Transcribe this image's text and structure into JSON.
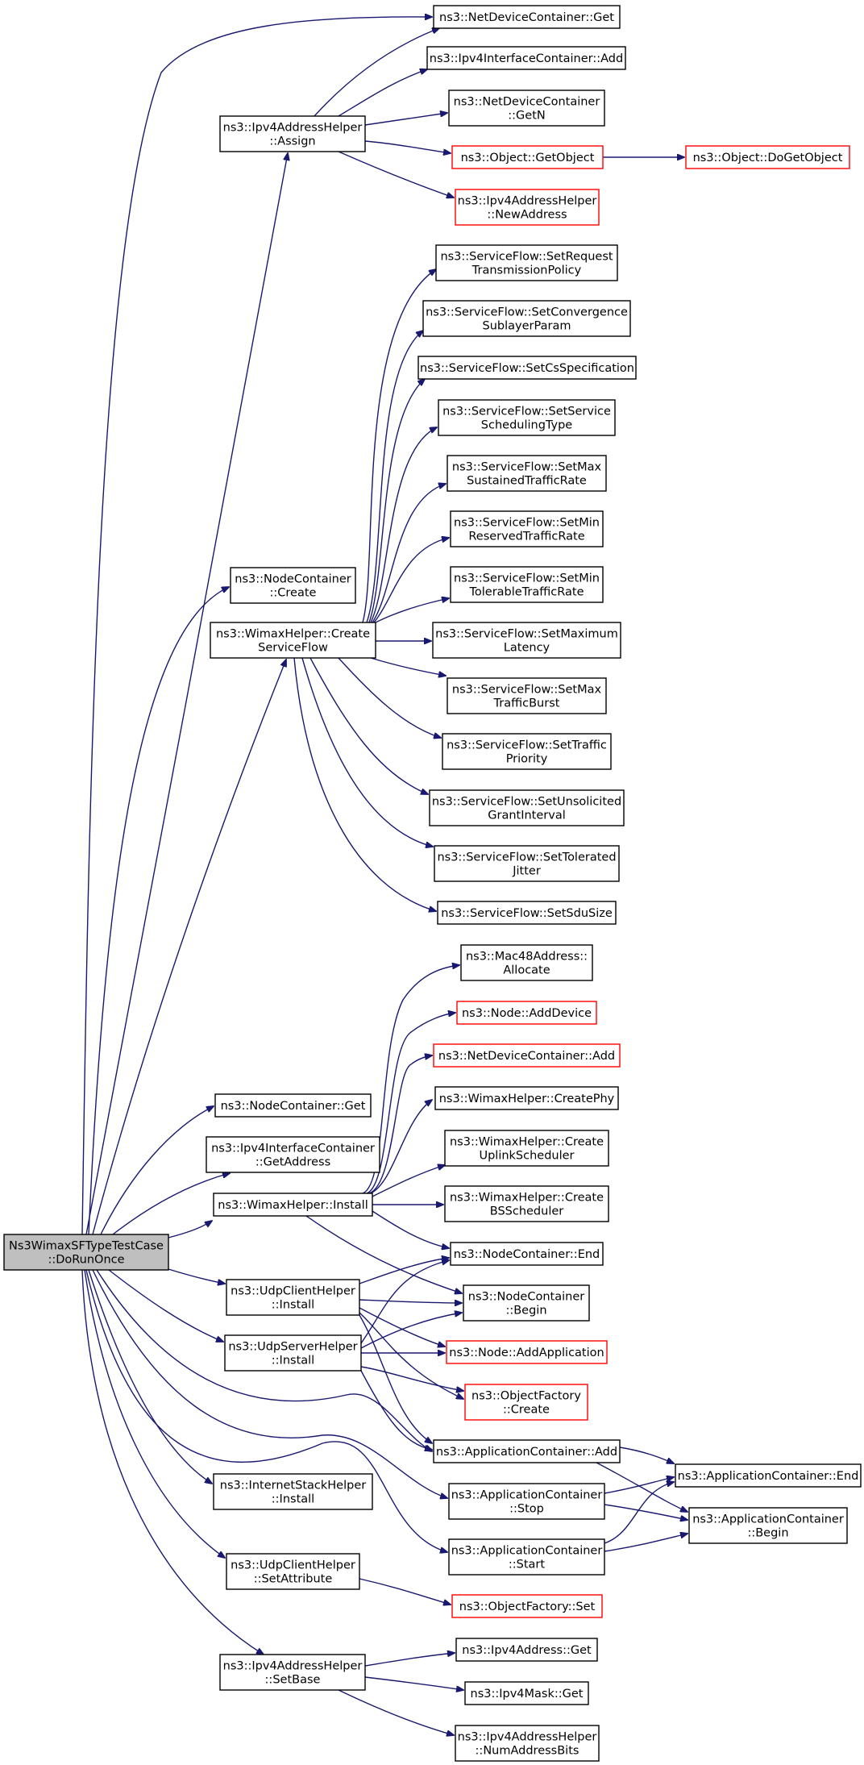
{
  "colors": {
    "edge": "#191970",
    "border": "#000000",
    "border_external": "#ff0000",
    "root_fill": "#bfbfbf"
  },
  "nodes": {
    "root": {
      "lines": [
        "Ns3WimaxSFTypeTestCase",
        "::DoRunOnce"
      ],
      "style": "root"
    },
    "ndc_get": {
      "lines": [
        "ns3::NetDeviceContainer::Get"
      ]
    },
    "ipv4ic_add": {
      "lines": [
        "ns3::Ipv4InterfaceContainer::Add"
      ]
    },
    "ipv4ah_assign": {
      "lines": [
        "ns3::Ipv4AddressHelper",
        "::Assign"
      ]
    },
    "ndc_getn": {
      "lines": [
        "ns3::NetDeviceContainer",
        "::GetN"
      ]
    },
    "obj_getobject": {
      "lines": [
        "ns3::Object::GetObject"
      ],
      "style": "red"
    },
    "obj_dogetobject": {
      "lines": [
        "ns3::Object::DoGetObject"
      ],
      "style": "red"
    },
    "ipv4ah_newaddress": {
      "lines": [
        "ns3::Ipv4AddressHelper",
        "::NewAddress"
      ],
      "style": "red"
    },
    "sf_setrequest": {
      "lines": [
        "ns3::ServiceFlow::SetRequest",
        "TransmissionPolicy"
      ]
    },
    "sf_setconvergence": {
      "lines": [
        "ns3::ServiceFlow::SetConvergence",
        "SublayerParam"
      ]
    },
    "sf_setcsspec": {
      "lines": [
        "ns3::ServiceFlow::SetCsSpecification"
      ]
    },
    "sf_setservice": {
      "lines": [
        "ns3::ServiceFlow::SetService",
        "SchedulingType"
      ]
    },
    "sf_setmaxsustained": {
      "lines": [
        "ns3::ServiceFlow::SetMax",
        "SustainedTrafficRate"
      ]
    },
    "sf_setminreserved": {
      "lines": [
        "ns3::ServiceFlow::SetMin",
        "ReservedTrafficRate"
      ]
    },
    "sf_setmintolerable": {
      "lines": [
        "ns3::ServiceFlow::SetMin",
        "TolerableTrafficRate"
      ]
    },
    "nc_create": {
      "lines": [
        "ns3::NodeContainer",
        "::Create"
      ]
    },
    "wh_createsf": {
      "lines": [
        "ns3::WimaxHelper::Create",
        "ServiceFlow"
      ]
    },
    "sf_setmaxlatency": {
      "lines": [
        "ns3::ServiceFlow::SetMaximum",
        "Latency"
      ]
    },
    "sf_setmaxburst": {
      "lines": [
        "ns3::ServiceFlow::SetMax",
        "TrafficBurst"
      ]
    },
    "sf_settraffic": {
      "lines": [
        "ns3::ServiceFlow::SetTraffic",
        "Priority"
      ]
    },
    "sf_setunsolicited": {
      "lines": [
        "ns3::ServiceFlow::SetUnsolicited",
        "GrantInterval"
      ]
    },
    "sf_settolerated": {
      "lines": [
        "ns3::ServiceFlow::SetTolerated",
        "Jitter"
      ]
    },
    "sf_setsdusize": {
      "lines": [
        "ns3::ServiceFlow::SetSduSize"
      ]
    },
    "mac48_allocate": {
      "lines": [
        "ns3::Mac48Address::",
        "Allocate"
      ]
    },
    "node_adddevice": {
      "lines": [
        "ns3::Node::AddDevice"
      ],
      "style": "red"
    },
    "ndc_add": {
      "lines": [
        "ns3::NetDeviceContainer::Add"
      ],
      "style": "red"
    },
    "wh_createphy": {
      "lines": [
        "ns3::WimaxHelper::CreatePhy"
      ]
    },
    "nc_get": {
      "lines": [
        "ns3::NodeContainer::Get"
      ]
    },
    "wh_createuplink": {
      "lines": [
        "ns3::WimaxHelper::Create",
        "UplinkScheduler"
      ]
    },
    "ipv4ic_getaddress": {
      "lines": [
        "ns3::Ipv4InterfaceContainer",
        "::GetAddress"
      ]
    },
    "wh_install": {
      "lines": [
        "ns3::WimaxHelper::Install"
      ]
    },
    "wh_createbs": {
      "lines": [
        "ns3::WimaxHelper::Create",
        "BSScheduler"
      ]
    },
    "nc_end": {
      "lines": [
        "ns3::NodeContainer::End"
      ]
    },
    "uch_install": {
      "lines": [
        "ns3::UdpClientHelper",
        "::Install"
      ]
    },
    "nc_begin": {
      "lines": [
        "ns3::NodeContainer",
        "::Begin"
      ]
    },
    "ush_install": {
      "lines": [
        "ns3::UdpServerHelper",
        "::Install"
      ]
    },
    "node_addapp": {
      "lines": [
        "ns3::Node::AddApplication"
      ],
      "style": "red"
    },
    "of_create": {
      "lines": [
        "ns3::ObjectFactory",
        "::Create"
      ],
      "style": "red"
    },
    "ac_add": {
      "lines": [
        "ns3::ApplicationContainer::Add"
      ]
    },
    "ac_end": {
      "lines": [
        "ns3::ApplicationContainer::End"
      ]
    },
    "ish_install": {
      "lines": [
        "ns3::InternetStackHelper",
        "::Install"
      ]
    },
    "ac_stop": {
      "lines": [
        "ns3::ApplicationContainer",
        "::Stop"
      ]
    },
    "ac_begin": {
      "lines": [
        "ns3::ApplicationContainer",
        "::Begin"
      ]
    },
    "ac_start": {
      "lines": [
        "ns3::ApplicationContainer",
        "::Start"
      ]
    },
    "uch_setattr": {
      "lines": [
        "ns3::UdpClientHelper",
        "::SetAttribute"
      ]
    },
    "of_set": {
      "lines": [
        "ns3::ObjectFactory::Set"
      ],
      "style": "red"
    },
    "ipv4a_get": {
      "lines": [
        "ns3::Ipv4Address::Get"
      ]
    },
    "ipv4ah_setbase": {
      "lines": [
        "ns3::Ipv4AddressHelper",
        "::SetBase"
      ]
    },
    "ipv4m_get": {
      "lines": [
        "ns3::Ipv4Mask::Get"
      ]
    },
    "ipv4ah_numbits": {
      "lines": [
        "ns3::Ipv4AddressHelper",
        "::NumAddressBits"
      ]
    }
  }
}
